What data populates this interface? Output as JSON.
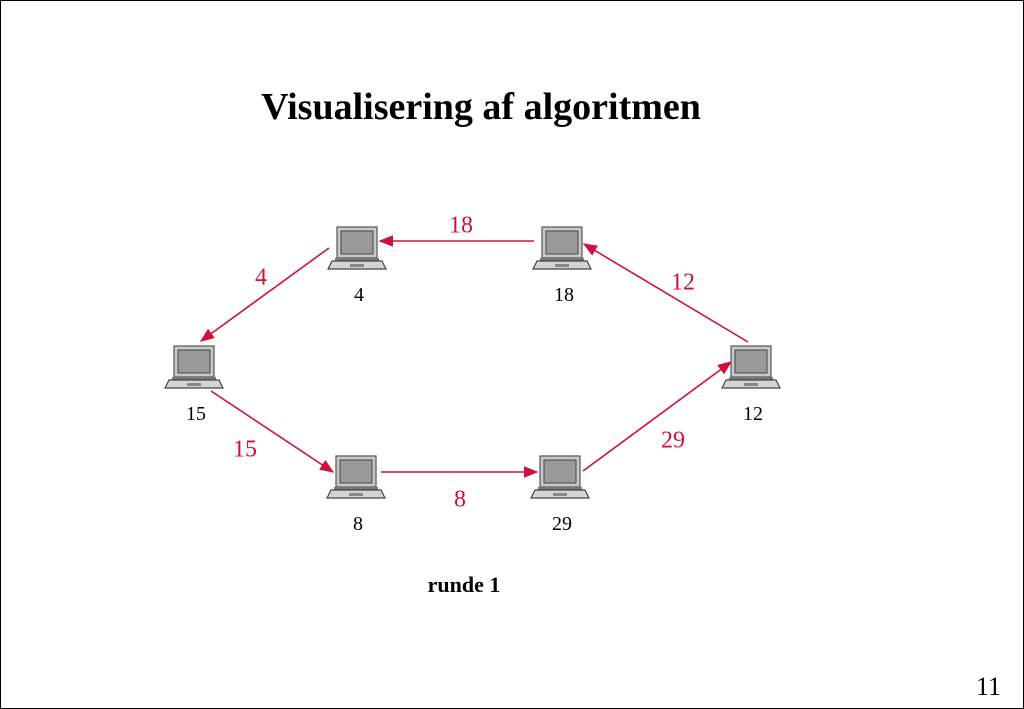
{
  "title": "Visualisering af algoritmen",
  "round_label": "runde 1",
  "page_number": "11",
  "colors": {
    "message": "#d0103a",
    "node_text": "#000000"
  },
  "nodes": [
    {
      "id": "n4",
      "label": "4",
      "icon": "laptop-icon"
    },
    {
      "id": "n18",
      "label": "18",
      "icon": "laptop-icon"
    },
    {
      "id": "n12",
      "label": "12",
      "icon": "laptop-icon"
    },
    {
      "id": "n29",
      "label": "29",
      "icon": "laptop-icon"
    },
    {
      "id": "n8",
      "label": "8",
      "icon": "laptop-icon"
    },
    {
      "id": "n15",
      "label": "15",
      "icon": "laptop-icon"
    }
  ],
  "messages": [
    {
      "from": "n18",
      "to": "n4",
      "label": "18"
    },
    {
      "from": "n12",
      "to": "n18",
      "label": "12"
    },
    {
      "from": "n29",
      "to": "n12",
      "label": "29"
    },
    {
      "from": "n8",
      "to": "n29",
      "label": "8"
    },
    {
      "from": "n15",
      "to": "n8",
      "label": "15"
    },
    {
      "from": "n4",
      "to": "n15",
      "label": "4"
    }
  ]
}
